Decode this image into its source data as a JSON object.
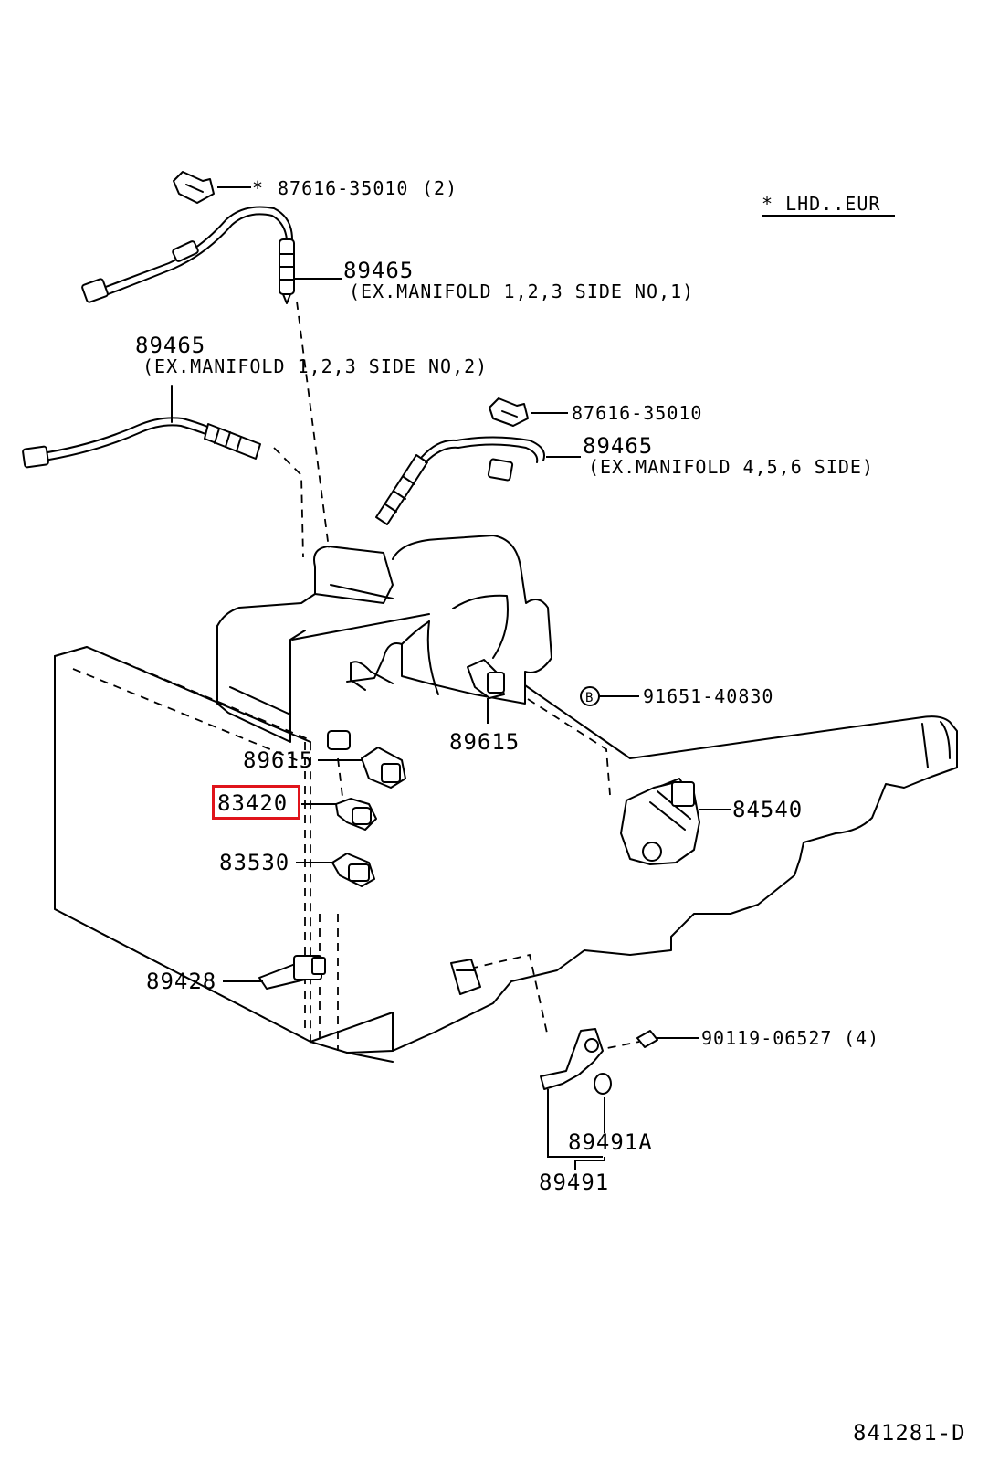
{
  "note": {
    "text": "* LHD..EUR"
  },
  "diagram_code": "841281-D",
  "parts": [
    {
      "id": "clamp_top",
      "number": "87616-35010",
      "qty": "(2)",
      "prefix": "*"
    },
    {
      "id": "o2_no1",
      "number": "89465",
      "desc": "(EX.MANIFOLD 1,2,3 SIDE NO,1)"
    },
    {
      "id": "o2_no2",
      "number": "89465",
      "desc": "(EX.MANIFOLD 1,2,3 SIDE NO,2)"
    },
    {
      "id": "clamp_mid",
      "number": "87616-35010"
    },
    {
      "id": "o2_456",
      "number": "89465",
      "desc": "(EX.MANIFOLD 4,5,6 SIDE)"
    },
    {
      "id": "knock_right",
      "number": "89615"
    },
    {
      "id": "bolt_b",
      "number": "91651-40830",
      "marker": "B"
    },
    {
      "id": "knock_left",
      "number": "89615"
    },
    {
      "id": "oil_pressure",
      "number": "83420",
      "highlighted": true
    },
    {
      "id": "throttle_pos",
      "number": "84540"
    },
    {
      "id": "water_temp",
      "number": "83530"
    },
    {
      "id": "temp_gauge",
      "number": "89428"
    },
    {
      "id": "bolt_bracket",
      "number": "90119-06527",
      "qty": "(4)"
    },
    {
      "id": "sensor_sub",
      "number": "89491A"
    },
    {
      "id": "sensor_assy",
      "number": "89491"
    }
  ]
}
